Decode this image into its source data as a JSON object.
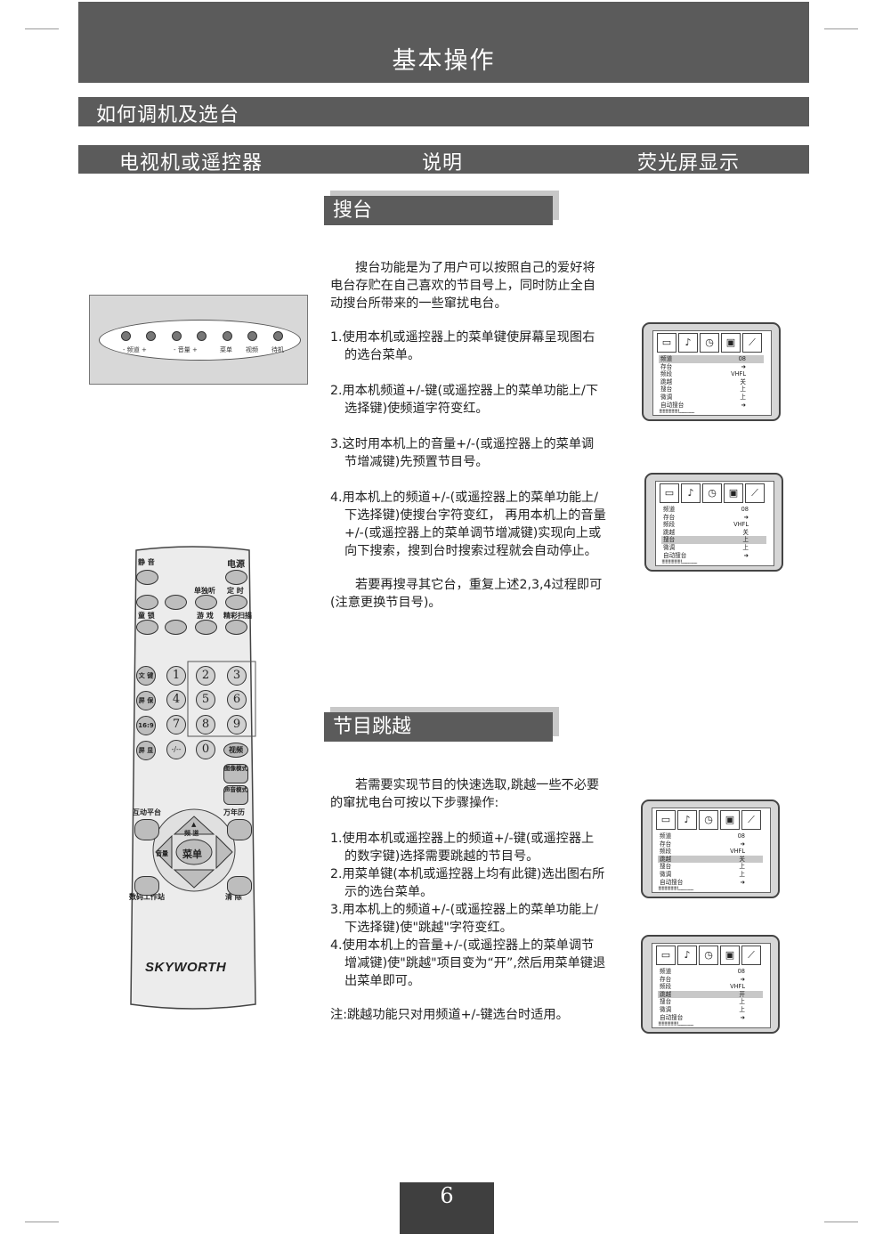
{
  "header": {
    "title": "基本操作"
  },
  "section_header": "如何调机及选台",
  "columns": {
    "left": "电视机或遥控器",
    "middle": "说明",
    "right": "荧光屏显示"
  },
  "section1": {
    "heading": "搜台",
    "intro": "搜台功能是为了用户可以按照自己的爱好将电台存贮在自己喜欢的节目号上，同时防止全自动搜台所带来的一些窜扰电台。",
    "steps": [
      "1.使用本机或遥控器上的菜单键使屏幕呈现图右的选台菜单。",
      "2.用本机频道+/-键(或遥控器上的菜单功能上/下选择键)使频道字符变红。",
      "3.这时用本机上的音量+/-(或遥控器上的菜单调节增减键)先预置节目号。",
      "4.用本机上的频道+/-(或遥控器上的菜单功能上/下选择键)使搜台字符变红， 再用本机上的音量+/-(或遥控器上的菜单调节增减键)实现向上或向下搜索，搜到台时搜索过程就会自动停止。"
    ],
    "note": "若要再搜寻其它台，重复上述2,3,4过程即可(注意更换节目号)。"
  },
  "section2": {
    "heading": "节目跳越",
    "intro": "若需要实现节目的快速选取,跳越一些不必要的窜扰电台可按以下步骤操作:",
    "steps": [
      "1.使用本机或遥控器上的频道+/-键(或遥控器上的数字键)选择需要跳越的节目号。",
      "2.用菜单键(本机或遥控器上均有此键)选出图右所示的选台菜单。",
      "3.用本机上的频道+/-(或遥控器上的菜单功能上/下选择键)使\"跳越\"字符变红。",
      "4.使用本机上的音量+/-(或遥控器上的菜单调节增减键)使\"跳越\"项目变为“开”,然后用菜单键退出菜单即可。"
    ],
    "note": "注:跳越功能只对用频道+/-键选台时适用。"
  },
  "tv_panel": {
    "labels": [
      "- 频道 +",
      "- 音量 +",
      "菜单",
      "视频",
      "待机"
    ]
  },
  "remote": {
    "mute": "静 音",
    "power": "电源",
    "single_listen": "单独听",
    "timer": "定 时",
    "child_lock": "童 锁",
    "game": "游 戏",
    "scan": "精彩扫描",
    "left_keys": [
      "文 键",
      "屏 保",
      "16:9",
      "屏 显"
    ],
    "digits": [
      "1",
      "2",
      "3",
      "4",
      "5",
      "6",
      "7",
      "8",
      "9",
      "-/--",
      "0"
    ],
    "video": "视频",
    "picture_mode": "图像模式",
    "sound_mode": "声音模式",
    "interactive": "互动平台",
    "calendar": "万年历",
    "ch": "频 道",
    "vol_left": "音量",
    "menu": "菜单",
    "digital": "数码工作站",
    "clear": "清 除",
    "brand": "SKYWORTH"
  },
  "osd_screens": [
    {
      "rows": [
        [
          "频道",
          "08"
        ],
        [
          "存台",
          "➜"
        ],
        [
          "频段",
          "VHFL"
        ],
        [
          "跳越",
          "关"
        ],
        [
          "搜台",
          "上"
        ],
        [
          "微调",
          "上"
        ],
        [
          "自动搜台",
          "➜"
        ]
      ],
      "highlight": 0,
      "bars": "!!!!!!!!!!!!!!!!..................."
    },
    {
      "rows": [
        [
          "频道",
          "08"
        ],
        [
          "存台",
          "➜"
        ],
        [
          "频段",
          "VHFL"
        ],
        [
          "跳越",
          "关"
        ],
        [
          "搜台",
          "上"
        ],
        [
          "微调",
          "上"
        ],
        [
          "自动搜台",
          "➜"
        ]
      ],
      "highlight": 4,
      "bars": "!!!!!!!!!!!!!!!!..................."
    },
    {
      "rows": [
        [
          "频道",
          "08"
        ],
        [
          "存台",
          "➜"
        ],
        [
          "频段",
          "VHFL"
        ],
        [
          "跳越",
          "关"
        ],
        [
          "搜台",
          "上"
        ],
        [
          "微调",
          "上"
        ],
        [
          "自动搜台",
          "➜"
        ]
      ],
      "highlight": 3,
      "bars": "!!!!!!!!!!!!!!!!..................."
    },
    {
      "rows": [
        [
          "频道",
          "08"
        ],
        [
          "存台",
          "➜"
        ],
        [
          "频段",
          "VHFL"
        ],
        [
          "跳越",
          "开"
        ],
        [
          "搜台",
          "上"
        ],
        [
          "微调",
          "上"
        ],
        [
          "自动搜台",
          "➜"
        ]
      ],
      "highlight": 3,
      "bars": "!!!!!!!!!!!!!!!!..................."
    }
  ],
  "page_number": "6"
}
